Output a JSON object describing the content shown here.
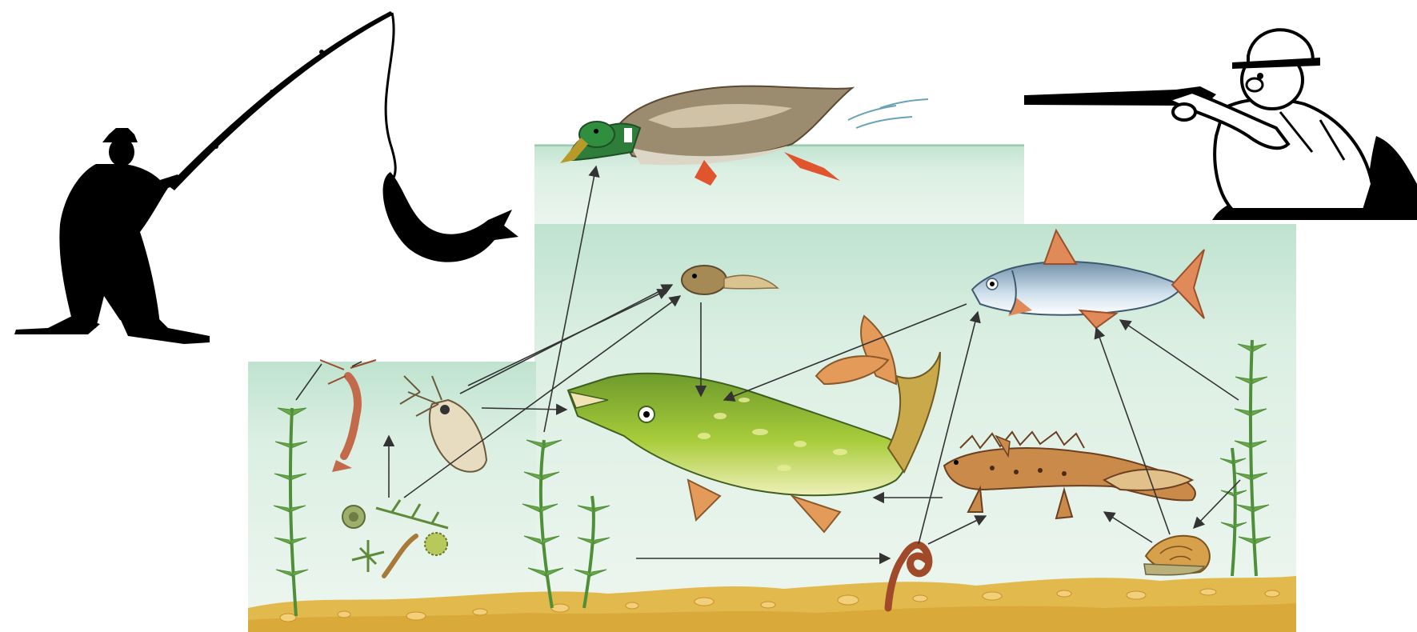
{
  "diagram": {
    "kind": "food-web",
    "colors": {
      "water_top": "#cfe8d8",
      "water_bottom": "#e7f2ea",
      "sand": "#e2b94c",
      "pebble": "#f2d07a",
      "plant": "#4f8f3a",
      "arrow": "#555555",
      "silhouette": "#000000"
    },
    "nodes": [
      {
        "id": "fisherman",
        "icon": "fisherman-silhouette"
      },
      {
        "id": "hunter",
        "icon": "hunter-with-rifle"
      },
      {
        "id": "duck",
        "icon": "mallard-duck"
      },
      {
        "id": "tadpole",
        "icon": "tadpole"
      },
      {
        "id": "roach",
        "icon": "roach-fish"
      },
      {
        "id": "pike",
        "icon": "pike-fish"
      },
      {
        "id": "newt",
        "icon": "newt"
      },
      {
        "id": "worm",
        "icon": "worm"
      },
      {
        "id": "snail",
        "icon": "pond-snail"
      },
      {
        "id": "shrimp",
        "icon": "shrimp"
      },
      {
        "id": "daphnia",
        "icon": "water-flea"
      },
      {
        "id": "algae",
        "icon": "algae"
      },
      {
        "id": "left-weed",
        "icon": "water-weed"
      },
      {
        "id": "mid-weed",
        "icon": "water-weed"
      },
      {
        "id": "right-weed",
        "icon": "water-weed"
      }
    ],
    "edges": [
      {
        "from": "mid-weed",
        "to": "duck"
      },
      {
        "from": "daphnia",
        "to": "tadpole"
      },
      {
        "from": "algae",
        "to": "tadpole"
      },
      {
        "from": "tadpole",
        "to": "pike"
      },
      {
        "from": "roach",
        "to": "pike"
      },
      {
        "from": "daphnia",
        "to": "pike"
      },
      {
        "from": "algae",
        "to": "shrimp"
      },
      {
        "from": "worm",
        "to": "roach"
      },
      {
        "from": "worm",
        "to": "newt"
      },
      {
        "from": "newt",
        "to": "pike"
      },
      {
        "from": "mid-weed",
        "to": "worm"
      },
      {
        "from": "right-weed",
        "to": "roach"
      },
      {
        "from": "snail",
        "to": "roach"
      },
      {
        "from": "snail",
        "to": "newt"
      },
      {
        "from": "right-weed",
        "to": "snail"
      }
    ]
  }
}
